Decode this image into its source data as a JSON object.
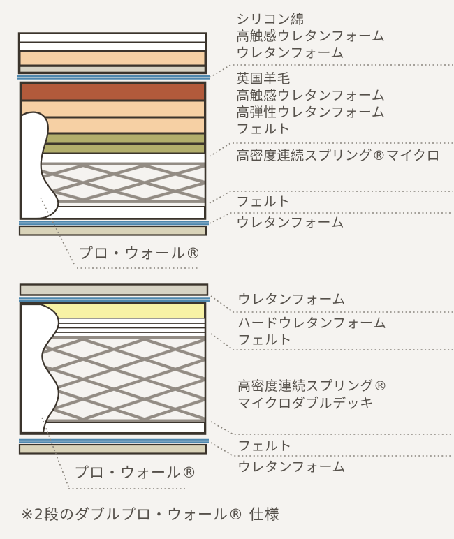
{
  "colors": {
    "paper": "#f5f3f0",
    "outline": "#3b342c",
    "text": "#55504a",
    "rust": "#b25a3b",
    "peach": "#f6d0a4",
    "olive": "#b2ae6c",
    "gray_beige": "#d7d3c4",
    "beige": "#d9d3b9",
    "yellow": "#f7f2a5",
    "blue_line": "#4e87ad",
    "spring": "#938c84",
    "leader": "#8a857d"
  },
  "top_diagram": {
    "pad_labels": [
      "シリコン綿",
      "高触感ウレタンフォーム",
      "ウレタンフォーム"
    ],
    "core_labels": [
      "英国羊毛",
      "高触感ウレタンフォーム",
      "高弾性ウレタンフォーム",
      "フェルト"
    ],
    "spring_label": "高密度連続スプリング®マイクロ",
    "felt_label": "フェルト",
    "urethane_label": "ウレタンフォーム",
    "pro_wall_label": "プロ・ウォール®"
  },
  "bottom_diagram": {
    "urethane_top_label": "ウレタンフォーム",
    "hard_urethane_labels": [
      "ハードウレタンフォーム",
      "フェルト"
    ],
    "spring_labels": [
      "高密度連続スプリング®",
      "マイクロダブルデッキ"
    ],
    "felt_label": "フェルト",
    "urethane_bottom_label": "ウレタンフォーム",
    "pro_wall_label": "プロ・ウォール®"
  },
  "footnote": "※2段のダブルプロ・ウォール® 仕様"
}
